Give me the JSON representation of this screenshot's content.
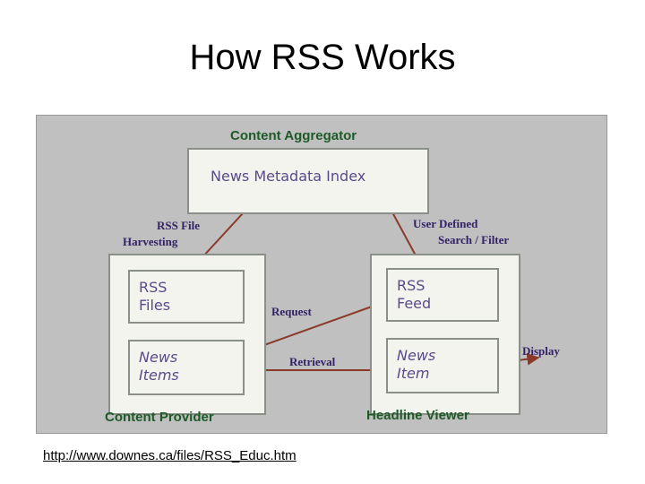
{
  "title": "How RSS Works",
  "diagram": {
    "aggregator_label": "Content Aggregator",
    "index_box": "News Metadata Index",
    "provider_label": "Content Provider",
    "viewer_label": "Headline Viewer",
    "rss_files": "RSS\nFiles",
    "news_items": "News\nItems",
    "rss_feed": "RSS\nFeed",
    "news_item": "News\nItem",
    "harvesting_line1": "RSS File",
    "harvesting_line2": "Harvesting",
    "user_defined_line1": "User Defined",
    "user_defined_line2": "Search / Filter",
    "request": "Request",
    "retrieval": "Retrieval",
    "display": "Display"
  },
  "footer": {
    "source_url": "http://www.downes.ca/files/RSS_Educ.htm"
  },
  "colors": {
    "background": "#c0c0c0",
    "box_fill": "#f4f4ef",
    "heading_green": "#1e5a28",
    "arrow_brown": "#8b3a2a"
  }
}
